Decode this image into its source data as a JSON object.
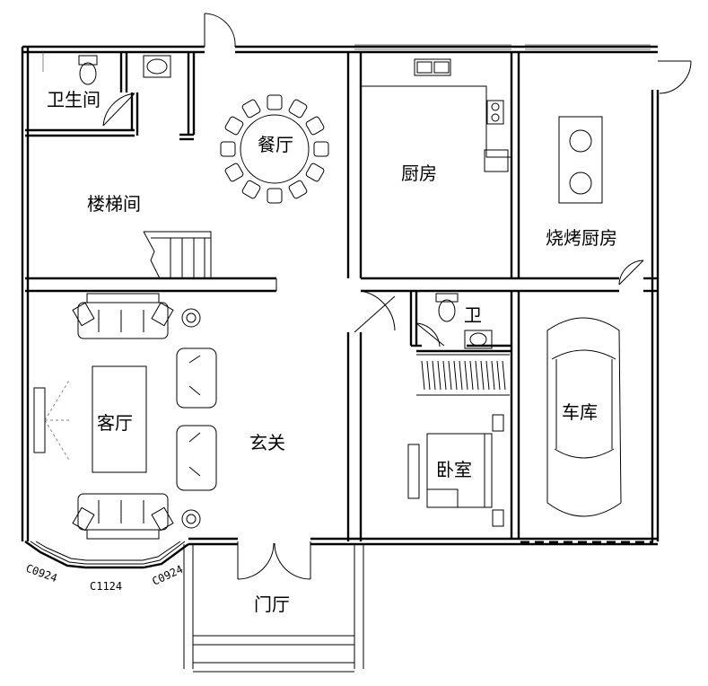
{
  "rooms": {
    "bathroom": "卫生间",
    "dining": "餐厅",
    "kitchen": "厨房",
    "bbq_kitchen": "烧烤厨房",
    "stairwell": "楼梯间",
    "living": "客厅",
    "foyer": "玄关",
    "small_bath": "卫",
    "bedroom": "卧室",
    "garage": "车库",
    "porch": "门厅"
  },
  "windows": {
    "bay_left": "C0924",
    "bay_mid": "C1124",
    "bay_right": "C0924"
  }
}
